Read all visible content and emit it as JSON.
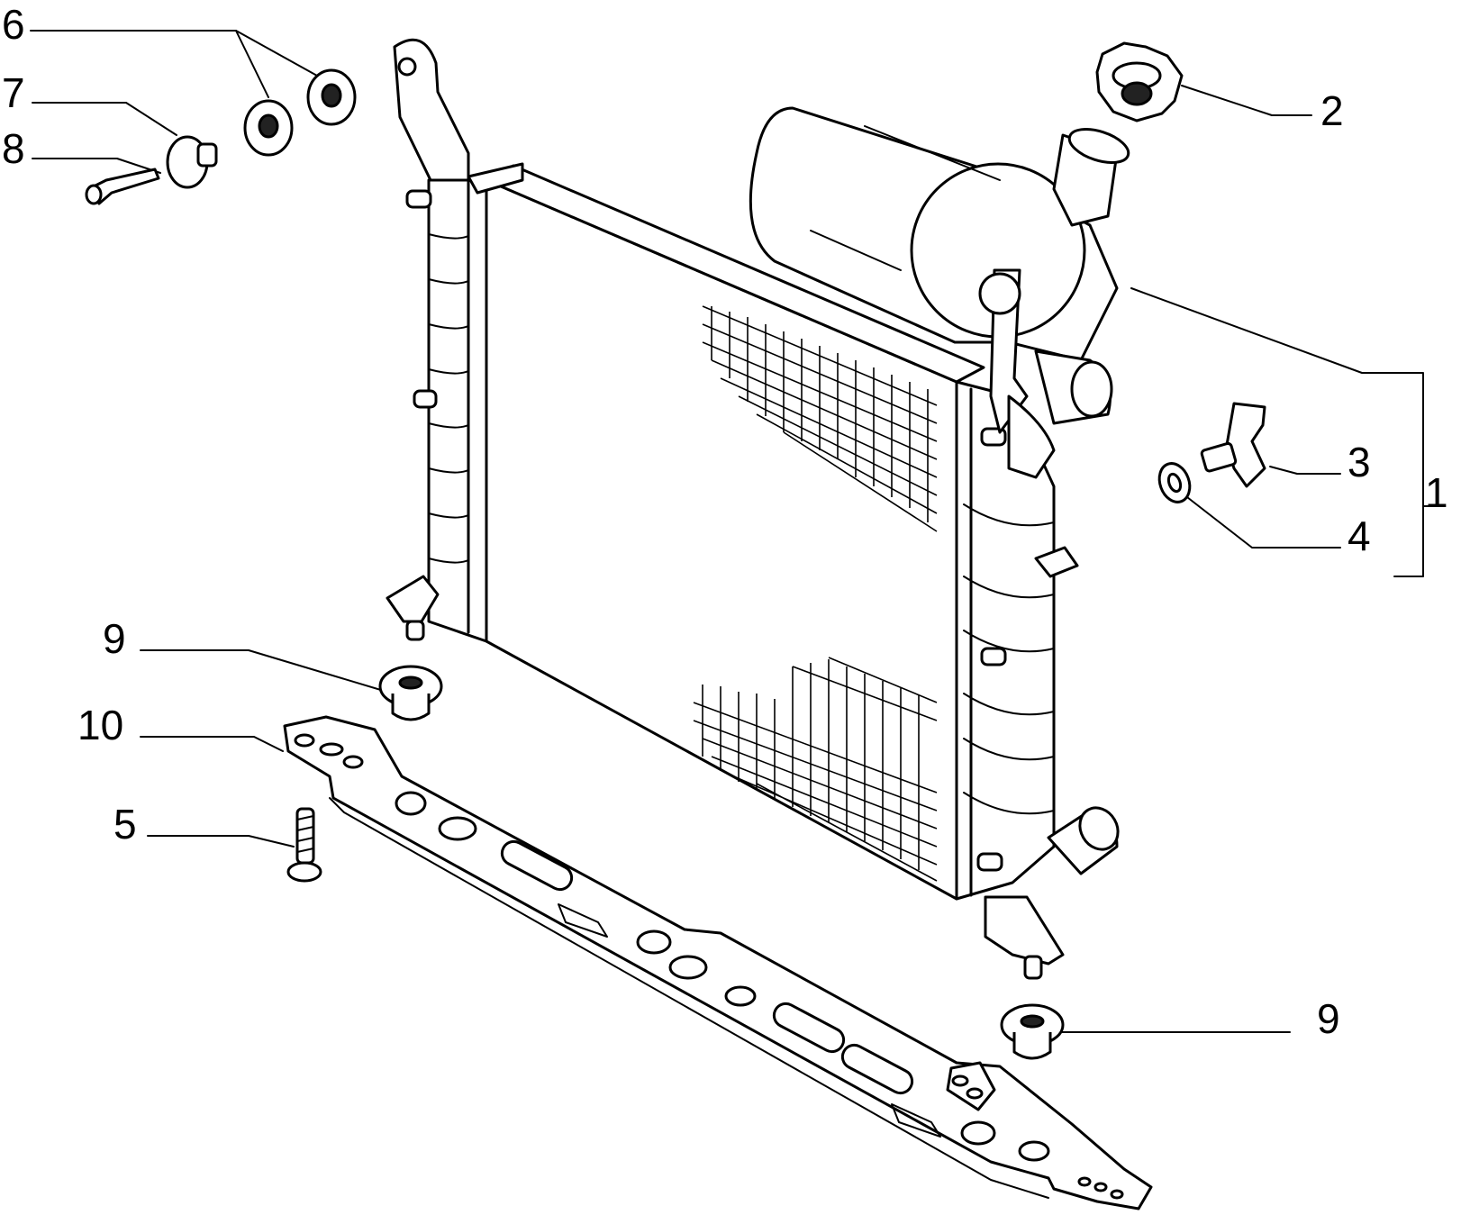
{
  "callouts": [
    {
      "id": "c1",
      "label": "1"
    },
    {
      "id": "c2",
      "label": "2"
    },
    {
      "id": "c3",
      "label": "3"
    },
    {
      "id": "c4",
      "label": "4"
    },
    {
      "id": "c5",
      "label": "5"
    },
    {
      "id": "c6",
      "label": "6"
    },
    {
      "id": "c7",
      "label": "7"
    },
    {
      "id": "c8",
      "label": "8"
    },
    {
      "id": "c9a",
      "label": "9"
    },
    {
      "id": "c9b",
      "label": "9"
    },
    {
      "id": "c10",
      "label": "10"
    }
  ],
  "parts": [
    {
      "number": "1",
      "name": "radiator-assembly"
    },
    {
      "number": "2",
      "name": "filler-cap"
    },
    {
      "number": "3",
      "name": "bleed-screw"
    },
    {
      "number": "4",
      "name": "washer"
    },
    {
      "number": "5",
      "name": "screw"
    },
    {
      "number": "6",
      "name": "rubber-bushing"
    },
    {
      "number": "7",
      "name": "spacer"
    },
    {
      "number": "8",
      "name": "bolt"
    },
    {
      "number": "9",
      "name": "rubber-mount"
    },
    {
      "number": "10",
      "name": "support-crossmember"
    }
  ],
  "colors": {
    "line": "#000000",
    "background": "#ffffff"
  }
}
